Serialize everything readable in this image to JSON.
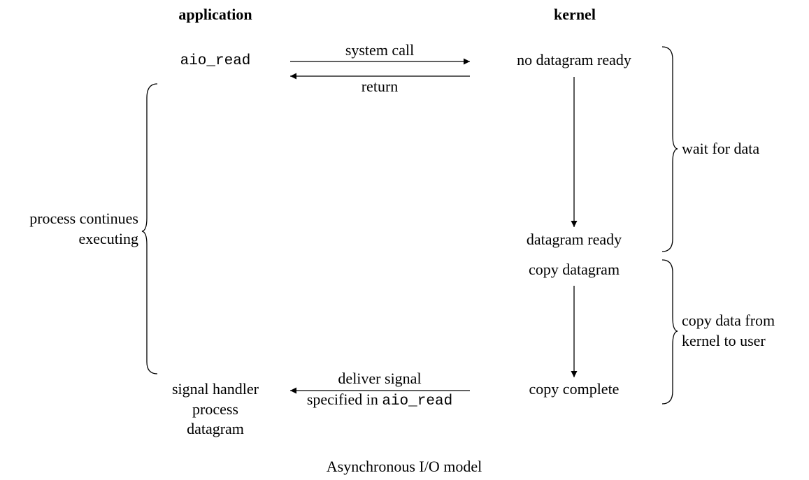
{
  "headers": {
    "application": "application",
    "kernel": "kernel"
  },
  "app": {
    "call": "aio_read",
    "side_note": [
      "process continues",
      "executing"
    ],
    "handler": [
      "signal handler",
      "process",
      "datagram"
    ]
  },
  "arrows": {
    "system_call": "system call",
    "return": "return",
    "deliver_signal": "deliver signal",
    "specified_in": "specified in ",
    "specified_fn": "aio_read"
  },
  "kernel": {
    "no_datagram": "no datagram ready",
    "datagram_ready": "datagram ready",
    "copy_datagram": "copy datagram",
    "copy_complete": "copy complete"
  },
  "phases": {
    "wait": "wait for data",
    "copy": [
      "copy data from",
      "kernel to user"
    ]
  },
  "caption": "Asynchronous I/O model"
}
